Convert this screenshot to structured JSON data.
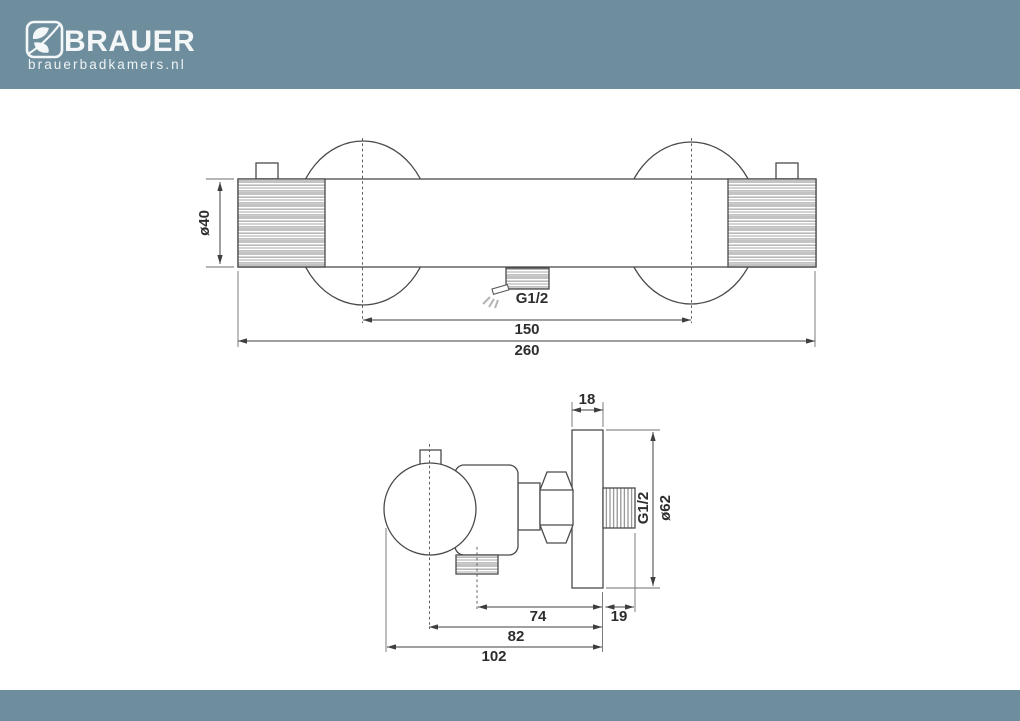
{
  "header": {
    "brand": "BRAUER",
    "website": "brauerbadkamers.nl",
    "band_color": "#6E8E9E"
  },
  "footer": {
    "band_color": "#6E8E9E"
  },
  "drawing": {
    "line_color": "#4a4a4a",
    "front_view": {
      "dim_diameter": "ø40",
      "dim_center_distance": "150",
      "dim_total_width": "260",
      "outlet_thread": "G1/2"
    },
    "side_view": {
      "dim_plate_depth": "18",
      "dim_plate_diameter": "ø62",
      "thread": "G1/2",
      "dim_outlet_to_plate": "74",
      "dim_nipple_length": "19",
      "dim_knob_center_to_plate": "82",
      "dim_total_depth": "102"
    }
  }
}
